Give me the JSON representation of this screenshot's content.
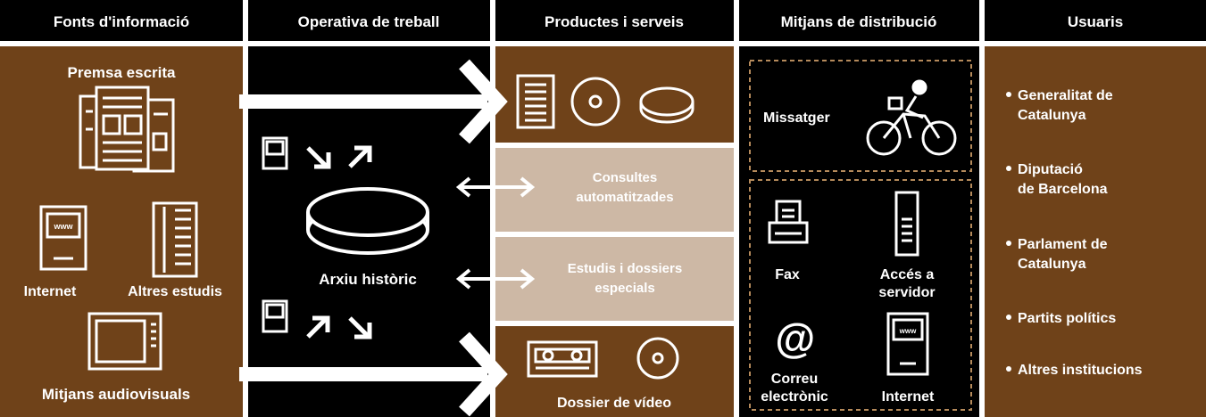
{
  "colors": {
    "brown": "#6f4219",
    "light": "#cdb8a5",
    "black": "#000000",
    "white": "#ffffff",
    "dash": "#b58a5b"
  },
  "headers": [
    {
      "label": "Fonts d'informació"
    },
    {
      "label": "Operativa de treball"
    },
    {
      "label": "Productes i serveis"
    },
    {
      "label": "Mitjans de distribució"
    },
    {
      "label": "Usuaris"
    }
  ],
  "sources": {
    "press": "Premsa escrita",
    "internet": "Internet",
    "other_studies": "Altres estudis",
    "audiovisual": "Mitjans audiovisuals",
    "www": "www"
  },
  "operations": {
    "archive": "Arxiu històric"
  },
  "products": {
    "queries": [
      "Consultes",
      "automatitzades"
    ],
    "studies": [
      "Estudis i dossiers",
      "especials"
    ],
    "video": "Dossier de vídeo"
  },
  "distribution": {
    "courier": "Missatger",
    "fax": "Fax",
    "server": [
      "Accés a",
      "servidor"
    ],
    "email": [
      "Correu",
      "electrònic"
    ],
    "internet": "Internet",
    "www": "www",
    "at_symbol": "@"
  },
  "users": [
    [
      "Generalitat de",
      "Catalunya"
    ],
    [
      "Diputació",
      "de Barcelona"
    ],
    [
      "Parlament de",
      "Catalunya"
    ],
    [
      "Partits polítics"
    ],
    [
      "Altres institucions"
    ]
  ]
}
